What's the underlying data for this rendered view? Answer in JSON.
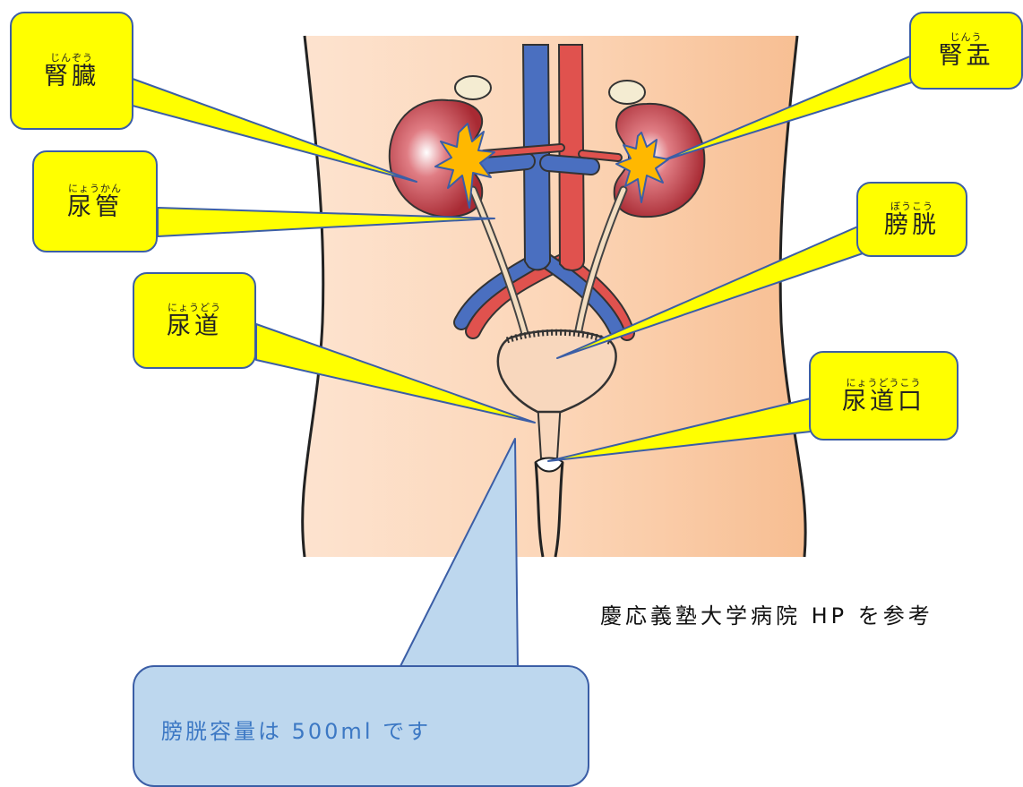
{
  "labels": {
    "kidney": {
      "ruby": "じんぞう",
      "text": "腎臓"
    },
    "renal_pelvis": {
      "ruby": "じんう",
      "text": "腎盂"
    },
    "ureter": {
      "ruby": "にょうかん",
      "text": "尿管"
    },
    "bladder": {
      "ruby": "ぼうこう",
      "text": "膀胱"
    },
    "urethra": {
      "ruby": "にょうどう",
      "text": "尿道"
    },
    "urethral_opening": {
      "ruby": "にょうどうこう",
      "text": "尿道口"
    }
  },
  "note": "膀胱容量は 500ml です",
  "source": "慶応義塾大学病院 HP を参考",
  "colors": {
    "callout_fill": "#ffff00",
    "callout_border": "#3b5ea6",
    "note_fill": "#bdd7ee",
    "note_text": "#3c78c4",
    "skin": "#fbd2b0",
    "kidney": "#b8343c",
    "vein": "#4a6fc0",
    "artery": "#e0524e",
    "highlight": "#ffb800"
  }
}
